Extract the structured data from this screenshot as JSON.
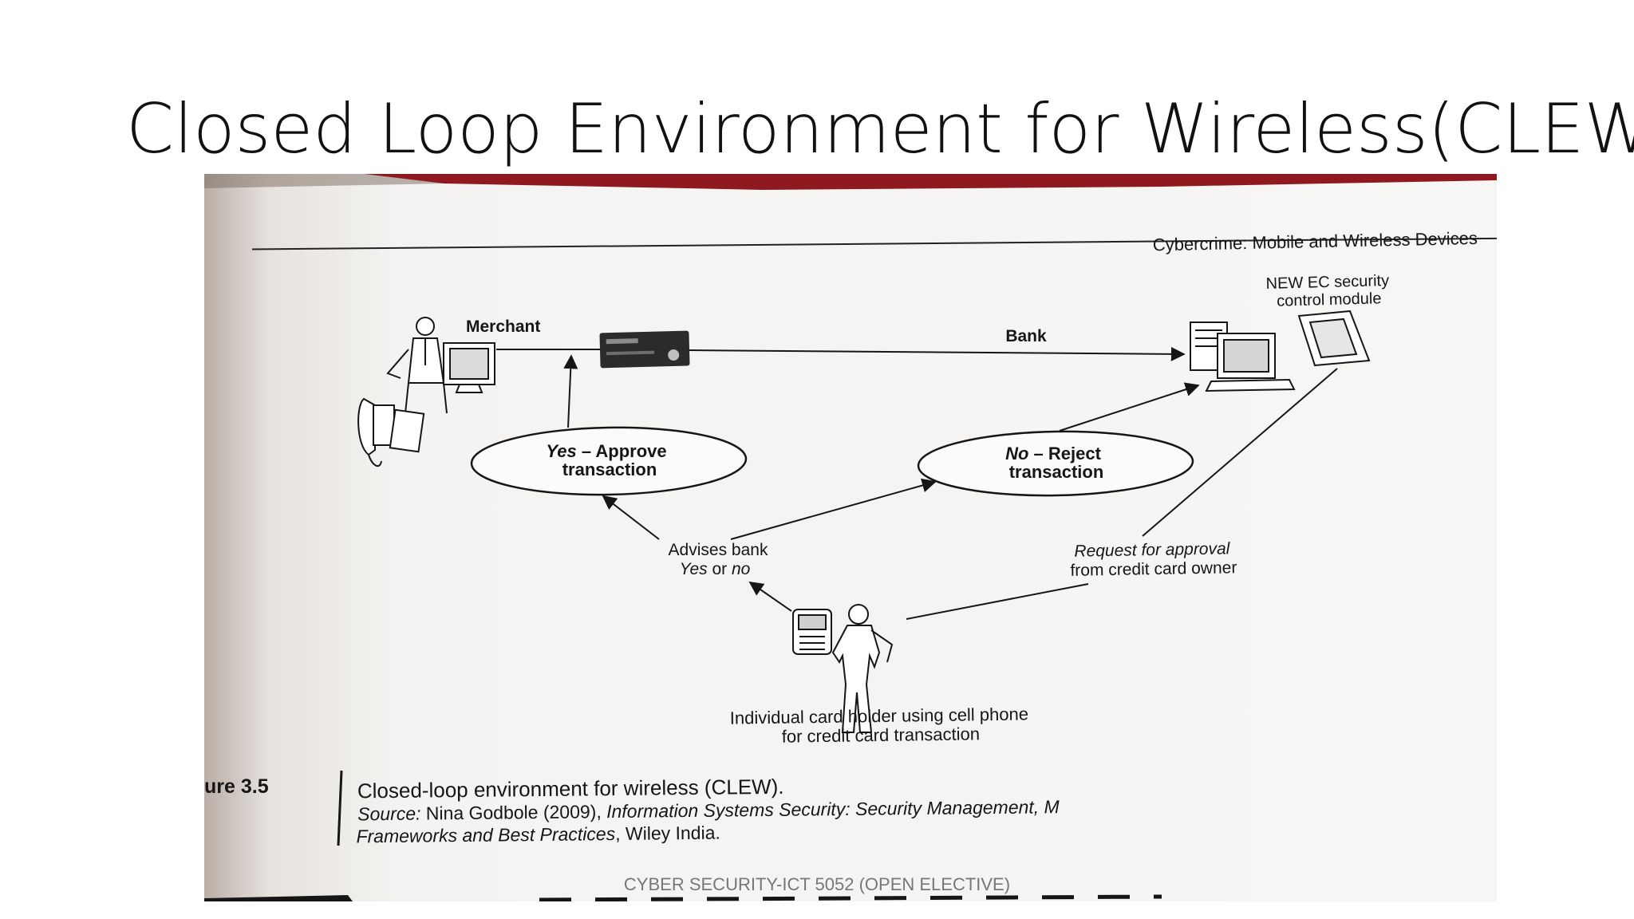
{
  "slide": {
    "title": "Closed Loop Environment for Wireless(CLEW)",
    "footer": "CYBER SECURITY-ICT 5052 (OPEN ELECTIVE)"
  },
  "book_page": {
    "running_header": "Cybercrime: Mobile and Wireless Devices",
    "nodes": {
      "merchant": "Merchant",
      "bank": "Bank",
      "ec_module_line1": "NEW EC security",
      "ec_module_line2": "control module",
      "approve_em": "Yes",
      "approve_rest": " – Approve",
      "approve_line2": "transaction",
      "reject_em": "No",
      "reject_rest": " – Reject",
      "reject_line2": "transaction",
      "advises_line1": "Advises bank",
      "advises_em1": "Yes",
      "advises_mid": " or ",
      "advises_em2": "no",
      "request_line1": "Request for approval",
      "request_line2": "from credit card owner",
      "cardholder_line1": "Individual card holder using cell phone",
      "cardholder_line2": "for credit card transaction"
    },
    "caption": {
      "figure_label": "ure 3.5",
      "title": "Closed-loop environment for wireless (CLEW).",
      "source_label": "Source:",
      "source_author": " Nina Godbole (2009), ",
      "source_book": "Information Systems Security: Security Management, M",
      "line3_book": "Frameworks and Best Practices",
      "line3_publisher": ", Wiley India."
    }
  },
  "colors": {
    "banner_red": "#8e1a1f",
    "paper": "#f4f3f1",
    "ink": "#161616"
  }
}
